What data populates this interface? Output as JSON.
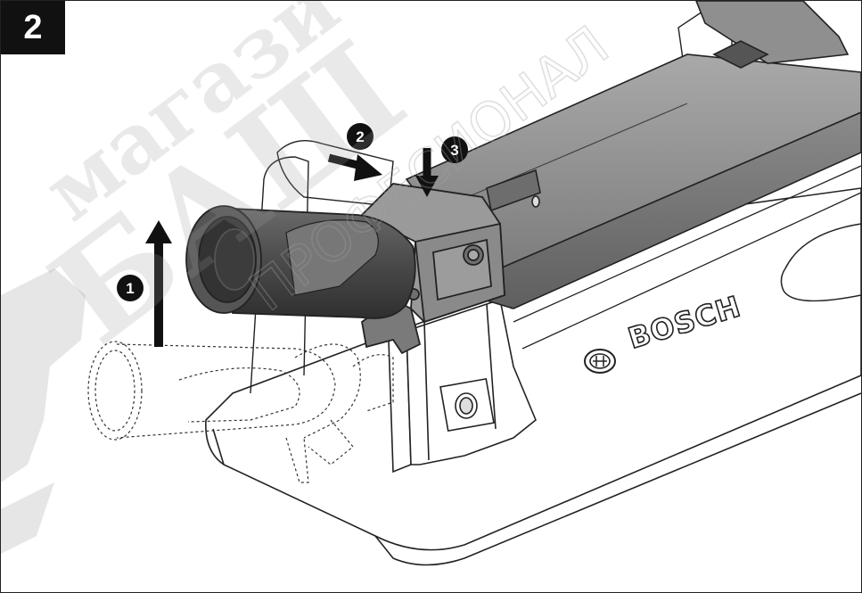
{
  "figure": {
    "number": "2"
  },
  "steps": [
    {
      "number": "1"
    },
    {
      "number": "2"
    },
    {
      "number": "3"
    }
  ],
  "brand": {
    "name": "BOSCH"
  },
  "watermark": {
    "line1": "магази",
    "line2": "БАШ",
    "line3": "ПРОФЕСИОНАЛ"
  },
  "colors": {
    "ink": "#111111",
    "housing": "#8e8e8e",
    "housing_dark": "#5a5a5a",
    "grip": "#4a4a4a",
    "watermark": "#9b9b9b"
  }
}
